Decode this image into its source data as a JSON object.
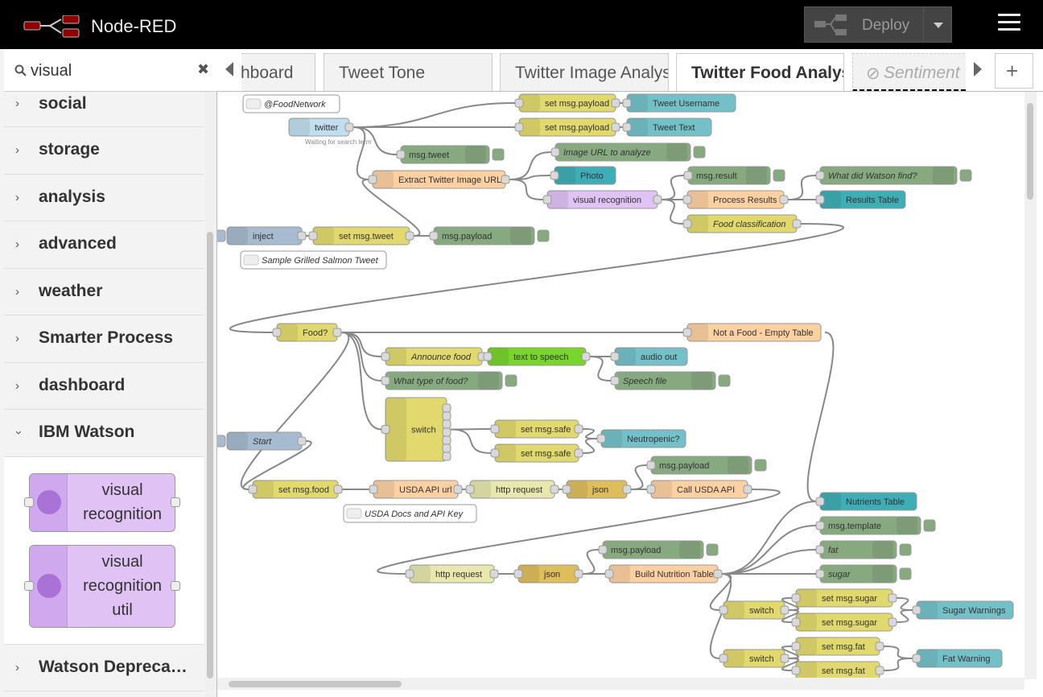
{
  "app": {
    "title": "Node-RED",
    "deploy_label": "Deploy"
  },
  "palette": {
    "search_value": "visual",
    "categories": [
      "social",
      "storage",
      "analysis",
      "advanced",
      "weather",
      "Smarter Process",
      "dashboard"
    ],
    "open_category": "IBM Watson",
    "nodes": [
      "visual recognition",
      "visual recognition util"
    ],
    "last_category": "Watson Depreca…"
  },
  "tabs": [
    "hboard",
    "Tweet Tone",
    "Twitter Image Analys",
    "Twitter Food Analys",
    "Sentiment"
  ],
  "active_tab": "Twitter Food Analys",
  "colors": {
    "function": "#fdd0a2",
    "change": "#e2d96e",
    "debug": "#87a980",
    "template": "#3fadb5",
    "ui": "#74c0c9",
    "inject": "#a6bbcf",
    "twitter": "#c0deed",
    "watson": "#e0c2f5",
    "http": "#e7e7ae",
    "json": "#debd5c",
    "tts": "#79d42c",
    "comment": "#ffffff"
  },
  "flow": {
    "nodes": [
      {
        "id": "c1",
        "label": "@FoodNetwork",
        "type": "comment"
      },
      {
        "id": "tw",
        "label": "twitter",
        "type": "twitter",
        "status": "Waiting for search term"
      },
      {
        "id": "s1",
        "label": "set msg.payload",
        "type": "change"
      },
      {
        "id": "s2",
        "label": "set msg.payload",
        "type": "change"
      },
      {
        "id": "u1",
        "label": "Tweet Username",
        "type": "ui"
      },
      {
        "id": "u2",
        "label": "Tweet Text",
        "type": "ui"
      },
      {
        "id": "d1",
        "label": "msg.tweet",
        "type": "debug"
      },
      {
        "id": "d2",
        "label": "Image URL to analyze",
        "type": "debug"
      },
      {
        "id": "f1",
        "label": "Extract Twitter Image URL",
        "type": "function"
      },
      {
        "id": "t1",
        "label": "Photo",
        "type": "template"
      },
      {
        "id": "vr",
        "label": "visual recognition",
        "type": "watson"
      },
      {
        "id": "d3",
        "label": "msg.result",
        "type": "debug"
      },
      {
        "id": "f2",
        "label": "Process Results",
        "type": "function"
      },
      {
        "id": "s3",
        "label": "Food classification",
        "type": "change"
      },
      {
        "id": "d4",
        "label": "What did Watson find?",
        "type": "debug"
      },
      {
        "id": "t2",
        "label": "Results Table",
        "type": "template"
      },
      {
        "id": "inj",
        "label": "inject",
        "type": "inject"
      },
      {
        "id": "s4",
        "label": "set msg.tweet",
        "type": "change"
      },
      {
        "id": "d5",
        "label": "msg.payload",
        "type": "debug"
      },
      {
        "id": "c2",
        "label": "Sample Grilled Salmon Tweet",
        "type": "comment"
      },
      {
        "id": "sw1",
        "label": "Food?",
        "type": "change"
      },
      {
        "id": "f3",
        "label": "Not a Food - Empty Table",
        "type": "function"
      },
      {
        "id": "s5",
        "label": "Announce food",
        "type": "change"
      },
      {
        "id": "tts",
        "label": "text to speech",
        "type": "tts"
      },
      {
        "id": "ao",
        "label": "audio out",
        "type": "ui"
      },
      {
        "id": "d6",
        "label": "Speech file",
        "type": "debug"
      },
      {
        "id": "d7",
        "label": "What type of food?",
        "type": "debug"
      },
      {
        "id": "sw2",
        "label": "switch",
        "type": "change"
      },
      {
        "id": "s6",
        "label": "set msg.safe",
        "type": "change"
      },
      {
        "id": "s7",
        "label": "set msg.safe",
        "type": "change"
      },
      {
        "id": "u3",
        "label": "Neutropenic?",
        "type": "ui"
      },
      {
        "id": "st",
        "label": "Start",
        "type": "inject"
      },
      {
        "id": "s8",
        "label": "set msg.food",
        "type": "change"
      },
      {
        "id": "f4",
        "label": "USDA API url",
        "type": "function"
      },
      {
        "id": "h1",
        "label": "http request",
        "type": "http"
      },
      {
        "id": "j1",
        "label": "json",
        "type": "json"
      },
      {
        "id": "d8",
        "label": "msg.payload",
        "type": "debug"
      },
      {
        "id": "f5",
        "label": "Call USDA API",
        "type": "function"
      },
      {
        "id": "c3",
        "label": "USDA Docs and API Key",
        "type": "comment"
      },
      {
        "id": "t3",
        "label": "Nutrients Table",
        "type": "template"
      },
      {
        "id": "d9",
        "label": "msg.template",
        "type": "debug"
      },
      {
        "id": "d10",
        "label": "fat",
        "type": "debug"
      },
      {
        "id": "d11",
        "label": "sugar",
        "type": "debug"
      },
      {
        "id": "d12",
        "label": "msg.payload",
        "type": "debug"
      },
      {
        "id": "h2",
        "label": "http request",
        "type": "http"
      },
      {
        "id": "j2",
        "label": "json",
        "type": "json"
      },
      {
        "id": "f6",
        "label": "Build Nutrition Table",
        "type": "function"
      },
      {
        "id": "sw3",
        "label": "switch",
        "type": "change"
      },
      {
        "id": "s9",
        "label": "set msg.sugar",
        "type": "change"
      },
      {
        "id": "s10",
        "label": "set msg.sugar",
        "type": "change"
      },
      {
        "id": "u4",
        "label": "Sugar Warnings",
        "type": "ui"
      },
      {
        "id": "sw4",
        "label": "switch",
        "type": "change"
      },
      {
        "id": "s11",
        "label": "set msg.fat",
        "type": "change"
      },
      {
        "id": "s12",
        "label": "set msg.fat",
        "type": "change"
      },
      {
        "id": "u5",
        "label": "Fat Warning",
        "type": "ui"
      }
    ]
  }
}
